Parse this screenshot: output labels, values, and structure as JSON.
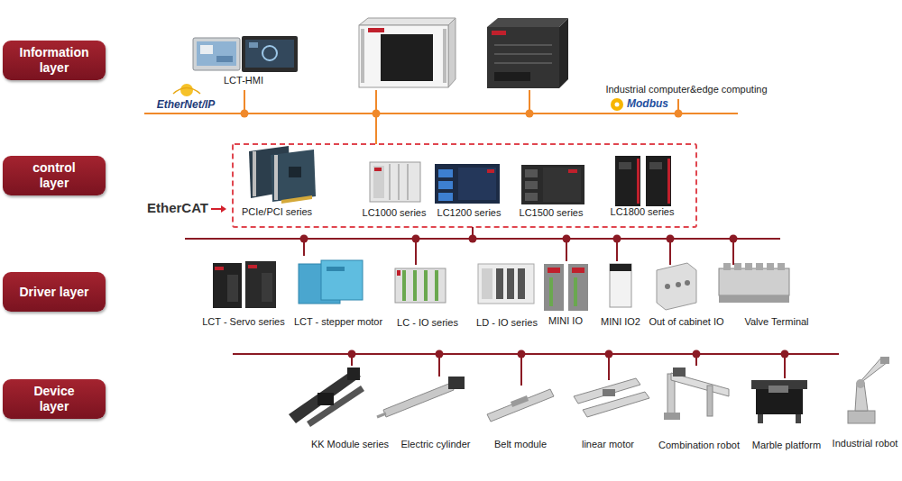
{
  "diagram": {
    "nodes": [
      {
        "text": [
          "Information layer"
        ]
      },
      {
        "text": [
          "control layer"
        ]
      },
      {
        "text": [
          "Driver layer"
        ]
      },
      {
        "text": [
          "Device layer"
        ]
      }
    ],
    "labels": [
      "LCT-HMI",
      "Industrial computer&edge computing",
      "EtherNet/IP",
      "Modbus",
      "PCIe/PCI series",
      "LC1000 series",
      "LC1200 series",
      "LC1500 series",
      "LC1800 series",
      "EtherCAT",
      "LCT - Servo series",
      "LCT - stepper motor",
      "LC - IO series",
      "LD - IO series",
      "MINI IO",
      "MINI IO2",
      "Out of cabinet IO",
      "Valve Terminal",
      "KK Module series",
      "Electric cylinder",
      "Belt module",
      "linear motor",
      "Combination robot",
      "Marble platform",
      "Industrial robot"
    ]
  }
}
